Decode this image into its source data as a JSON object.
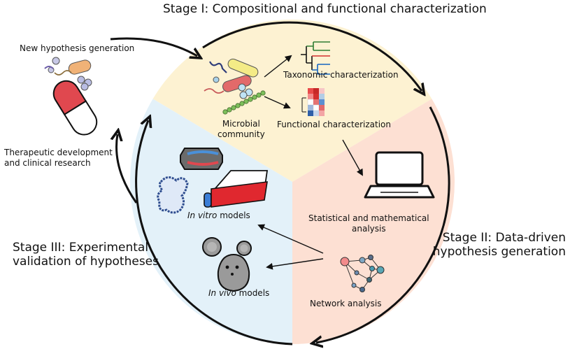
{
  "stages": {
    "stage1": {
      "title": "Stage I: Compositional and functional characterization"
    },
    "stage2": {
      "title_line1": "Stage II: Data-driven",
      "title_line2": "hypothesis generation"
    },
    "stage3": {
      "title_line1": "Stage III: Experimental",
      "title_line2": "validation of hypotheses"
    }
  },
  "outer": {
    "new_hypothesis": "New hypothesis generation",
    "therapeutic_line1": "Therapeutic development",
    "therapeutic_line2": "and clinical research"
  },
  "stage1_items": {
    "microbial_line1": "Microbial",
    "microbial_line2": "community",
    "taxonomic": "Taxonomic characterization",
    "functional": "Functional characterization"
  },
  "stage2_items": {
    "statistical_line1": "Statistical and mathematical",
    "statistical_line2": "analysis",
    "network": "Network analysis"
  },
  "stage3_items": {
    "in_vitro_italic": "In vitro",
    "in_vitro_rest": " models",
    "in_vivo_italic": "In vivo",
    "in_vivo_rest": " models"
  },
  "colors": {
    "stage1_fill": "#fdf2d2",
    "stage2_fill": "#fde0d3",
    "stage3_fill": "#e3f1f9",
    "outline": "#111111"
  }
}
